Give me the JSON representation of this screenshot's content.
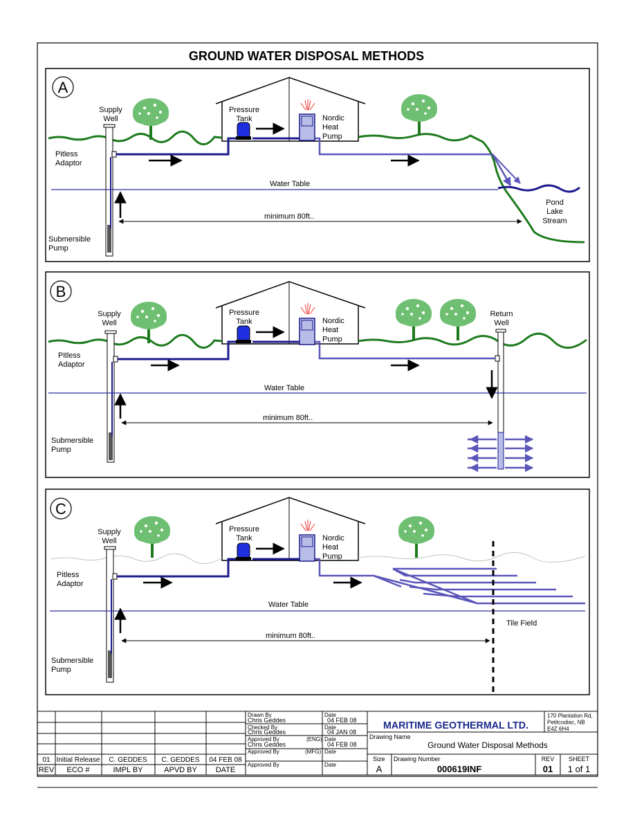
{
  "title": "GROUND WATER DISPOSAL METHODS",
  "colors": {
    "ground": "#1d7a1d",
    "supply_pipe": "#1a1a8c",
    "return_pipe": "#5a55b8",
    "water_table": "#2d2da0",
    "tree": "#6fbf73",
    "pump_tank": "#1f2fe0",
    "heat_pump": "#b8bde8"
  },
  "panel_a": {
    "letter": "A",
    "supply_well": "Supply\nWell",
    "pressure_tank": "Pressure\nTank",
    "heat_pump": "Nordic\nHeat\nPump",
    "pitless": "Pitless\nAdaptor",
    "water_table": "Water Table",
    "minimum": "minimum 80ft..",
    "submersible": "Submersible\nPump",
    "pond": "Pond\nLake\nStream"
  },
  "panel_b": {
    "letter": "B",
    "supply_well": "Supply\nWell",
    "pressure_tank": "Pressure\nTank",
    "heat_pump": "Nordic\nHeat\nPump",
    "return_well": "Return\nWell",
    "pitless": "Pitless\nAdaptor",
    "water_table": "Water Table",
    "minimum": "minimum 80ft..",
    "submersible": "Submersible\nPump"
  },
  "panel_c": {
    "letter": "C",
    "supply_well": "Supply\nWell",
    "pressure_tank": "Pressure\nTank",
    "heat_pump": "Nordic\nHeat\nPump",
    "pitless": "Pitless\nAdaptor",
    "water_table": "Water Table",
    "tile_field": "Tile Field",
    "minimum": "minimum 80ft..",
    "submersible": "Submersible\nPump"
  },
  "title_block": {
    "revision_rows": [
      {
        "rev": "01",
        "eco": "Initial Release",
        "impl": "C. GEDDES",
        "apvd": "C. GEDDES",
        "date": "04 FEB 08"
      }
    ],
    "rev_headers": {
      "rev": "REV",
      "eco": "ECO #",
      "impl": "IMPL BY",
      "apvd": "APVD BY",
      "date": "DATE"
    },
    "drawn_by_label": "Drawn By",
    "drawn_by": "Chris Geddes",
    "drawn_date": "04 FEB 08",
    "checked_by_label": "Checked By",
    "checked_by": "Chris Geddes",
    "checked_date": "04 JAN 08",
    "approved_eng_label": "Approved By",
    "eng_tag": "(ENG)",
    "approved_eng": "Chris Geddes",
    "approved_eng_date": "04 FEB 08",
    "approved_mfg_label": "Approved By",
    "mfg_tag": "(MFG)",
    "approved_label": "Approved By",
    "date_label": "Date",
    "company_logo": "MARITIME GEOTHERMAL LTD.",
    "address": "170 Plantation Rd,\nPetitcodiac, NB\nE4Z 6H4",
    "drawing_name_label": "Drawing Name",
    "drawing_name": "Ground Water Disposal Methods",
    "size_label": "Size",
    "size": "A",
    "drawing_number_label": "Drawing Number",
    "drawing_number": "000619INF",
    "rev_label": "REV",
    "rev": "01",
    "sheet_label": "SHEET",
    "sheet": "1 of 1"
  }
}
